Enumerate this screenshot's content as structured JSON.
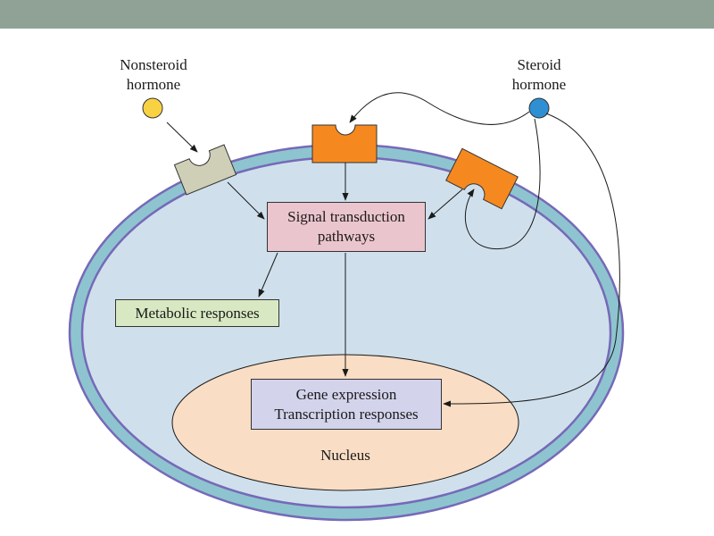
{
  "hormones": {
    "nonsteroid": {
      "line1": "Nonsteroid",
      "line2": "hormone",
      "color": "#f9d243"
    },
    "steroid": {
      "line1": "Steroid",
      "line2": "hormone",
      "color": "#2e8fd3"
    }
  },
  "boxes": {
    "signal": {
      "line1": "Signal transduction",
      "line2": "pathways"
    },
    "metabolic": {
      "text": "Metabolic responses"
    },
    "gene": {
      "line1": "Gene expression",
      "line2": "Transcription responses"
    }
  },
  "nucleus_label": "Nucleus",
  "colors": {
    "header_bar": "#8fa295",
    "membrane": "#8ec4cf",
    "membrane_edge": "#7669b8",
    "cytoplasm": "#cfe0ec",
    "nucleus": "#f9ddc4",
    "receptor_orange": "#f5891f",
    "receptor_gray": "#cfcfb8"
  }
}
